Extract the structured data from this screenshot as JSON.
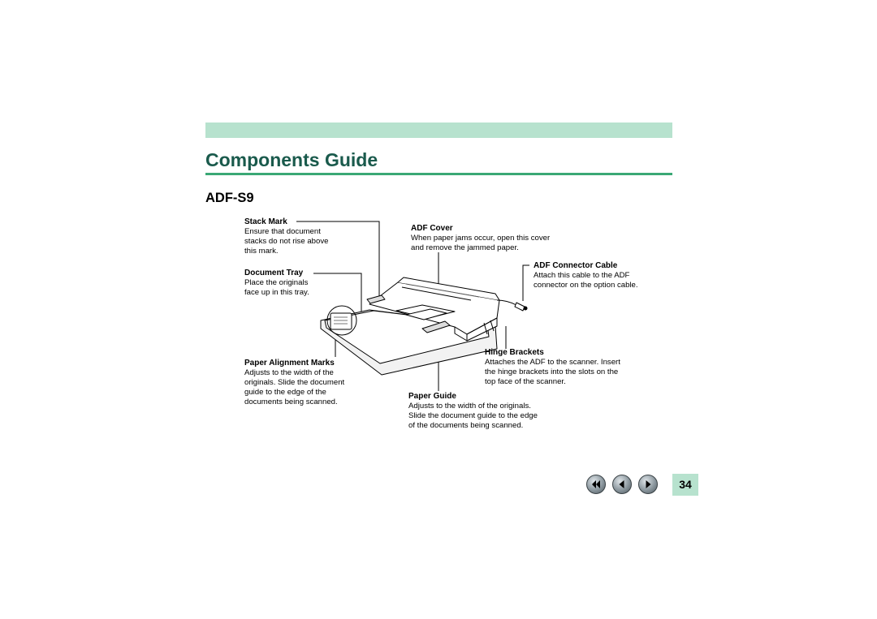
{
  "header": {
    "title": "Components Guide"
  },
  "section": {
    "heading": "ADF-S9"
  },
  "callouts": {
    "stack_mark": {
      "title": "Stack Mark",
      "desc1": "Ensure that document",
      "desc2": "stacks do not rise above",
      "desc3": "this mark."
    },
    "document_tray": {
      "title": "Document Tray",
      "desc1": "Place the originals",
      "desc2": "face up in this tray."
    },
    "paper_alignment_marks": {
      "title": "Paper Alignment Marks",
      "desc1": "Adjusts to the width of the",
      "desc2": "originals. Slide the document",
      "desc3": "guide to the edge of the",
      "desc4": "documents being scanned."
    },
    "adf_cover": {
      "title": "ADF Cover",
      "desc1": "When paper jams occur, open this cover",
      "desc2": "and remove the jammed paper."
    },
    "adf_connector_cable": {
      "title": "ADF Connector Cable",
      "desc1": "Attach this cable to the ADF",
      "desc2": "connector on the option cable."
    },
    "hinge_brackets": {
      "title": "Hinge Brackets",
      "desc1": "Attaches the ADF to the scanner. Insert",
      "desc2": "the hinge brackets into the slots on the",
      "desc3": "top face of the scanner."
    },
    "paper_guide": {
      "title": "Paper Guide",
      "desc1": "Adjusts to the width of the originals.",
      "desc2": "Slide the document guide to the edge",
      "desc3": "of the documents being scanned."
    }
  },
  "navigation": {
    "first_icon": "double-chevron-left-icon",
    "prev_icon": "chevron-left-icon",
    "next_icon": "chevron-right-icon",
    "page_number": "34"
  },
  "colors": {
    "band": "#b7e2ce",
    "title": "#1a5a4c",
    "rule": "#3aa875"
  }
}
